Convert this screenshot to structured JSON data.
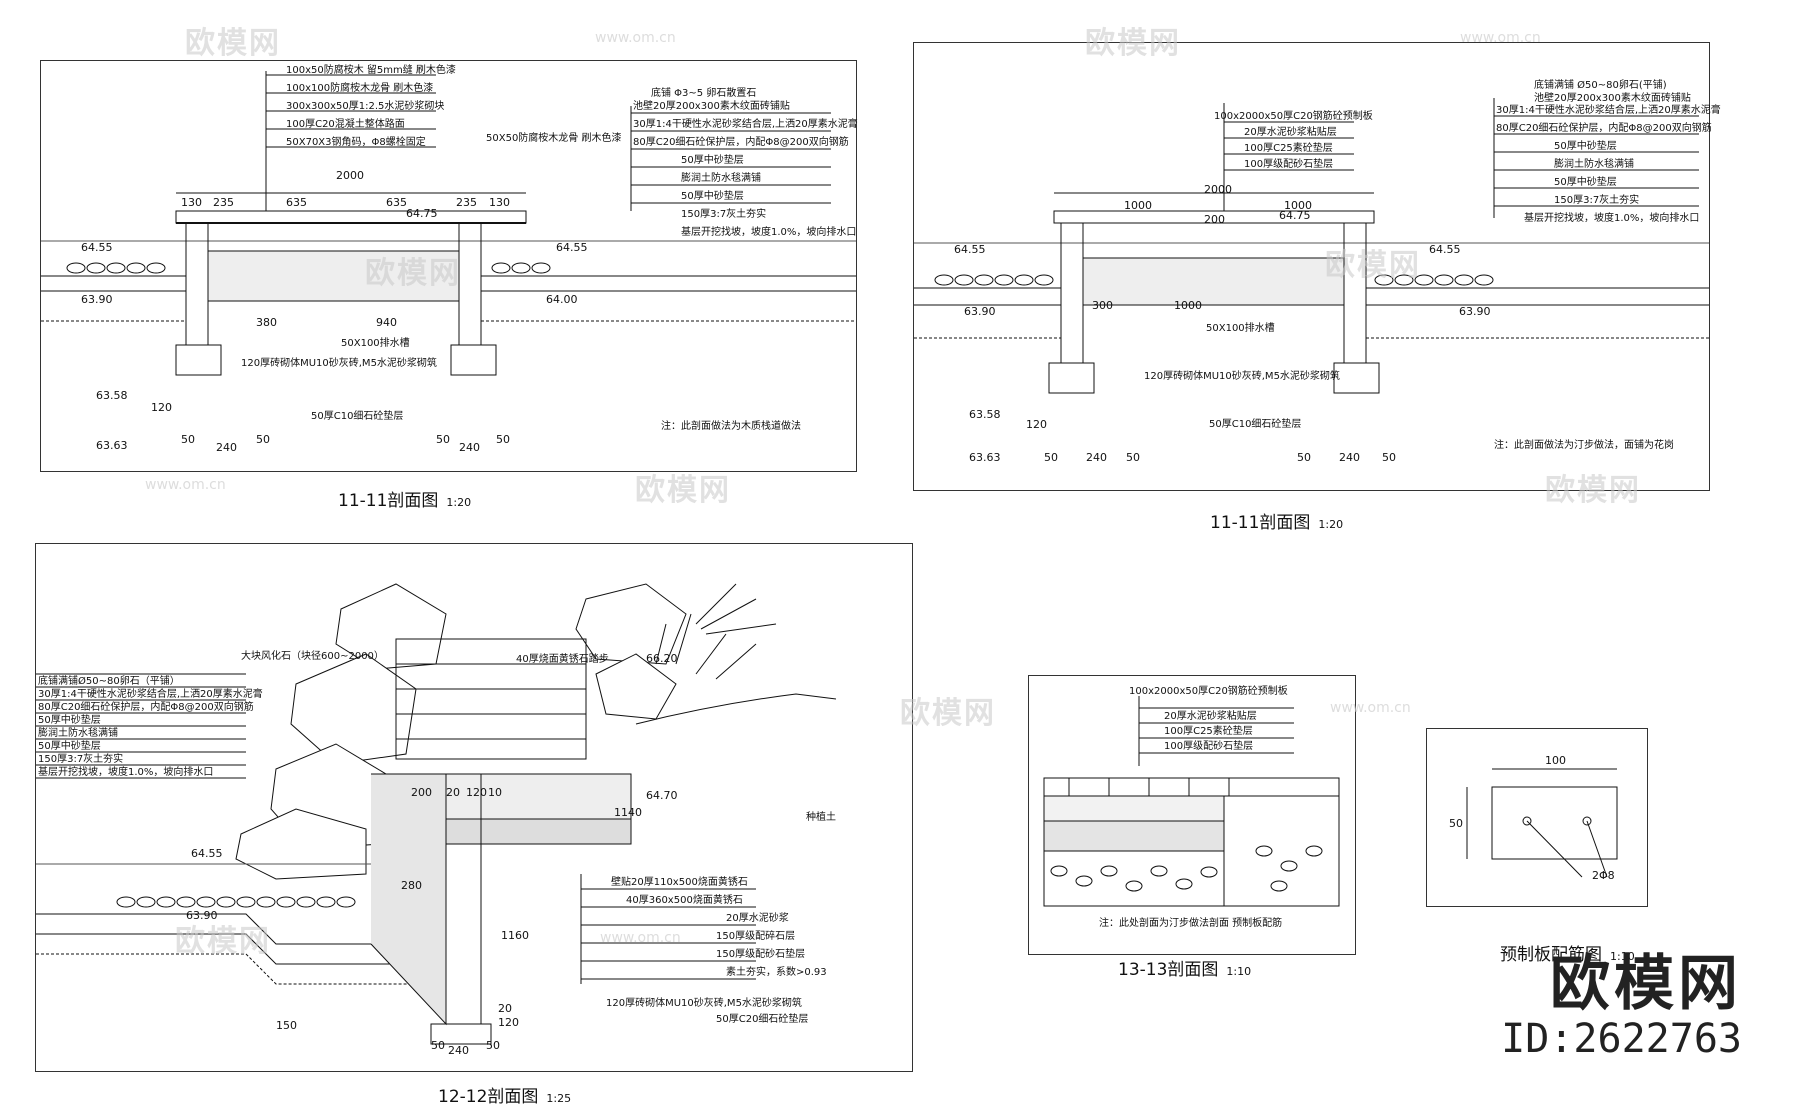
{
  "watermark": {
    "brand": "欧模网",
    "url": "www.om.cn",
    "id": "ID:2622763"
  },
  "drawings": {
    "a": {
      "title": "11-11剖面图",
      "scale": "1:20",
      "notes": [
        "100x50防腐桉木 留5mm缝 刷木色漆",
        "100x100防腐桉木龙骨 刷木色漆",
        "300x300x50厚1:2.5水泥砂浆砌块",
        "100厚C20混凝土整体路面",
        "50X70X3钢角码，Φ8螺栓固定"
      ],
      "side_note": "50X50防腐桉木龙骨 刷木色漆",
      "right_notes": [
        "底铺 Φ3~5 卵石散置石",
        "池壁20厚200x300素木纹面砖铺贴",
        "30厚1:4干硬性水泥砂浆结合层,上洒20厚素水泥膏",
        "80厚C20细石砼保护层，内配Φ8@200双向钢筋",
        "50厚中砂垫层",
        "膨润土防水毯满铺",
        "50厚中砂垫层",
        "150厚3:7灰土夯实",
        "基层开挖找坡，坡度1.0%，坡向排水口"
      ],
      "dims_top": [
        "130",
        "235",
        "635",
        "635",
        "235",
        "130"
      ],
      "dim_total": "2000",
      "levels": [
        "64.55",
        "64.75",
        "64.55",
        "63.90",
        "64.00",
        "63.58",
        "63.63"
      ],
      "dims_bottom": [
        "380",
        "940",
        "50",
        "240",
        "50",
        "50",
        "240",
        "50",
        "120"
      ],
      "labels": [
        "50X100排水槽",
        "120厚砖砌体MU10砂灰砖,M5水泥砂浆砌筑",
        "50厚C10细石砼垫层",
        "注：此剖面做法为木质栈道做法"
      ]
    },
    "b": {
      "title": "11-11剖面图",
      "scale": "1:20",
      "notes": [
        "100x2000x50厚C20钢筋砼预制板",
        "20厚水泥砂浆粘贴层",
        "100厚C25素砼垫层",
        "100厚级配砂石垫层"
      ],
      "right_notes": [
        "底铺满铺 Ø50~80卵石(平铺)",
        "池壁20厚200x300素木纹面砖铺贴",
        "30厚1:4干硬性水泥砂浆结合层,上洒20厚素水泥膏",
        "80厚C20细石砼保护层，内配Φ8@200双向钢筋",
        "50厚中砂垫层",
        "膨润土防水毯满铺",
        "50厚中砂垫层",
        "150厚3:7灰土夯实",
        "基层开挖找坡，坡度1.0%，坡向排水口"
      ],
      "dims_top": [
        "1000",
        "1000",
        "200"
      ],
      "dim_total": "2000",
      "levels": [
        "64.55",
        "64.75",
        "64.55",
        "63.90",
        "63.90",
        "63.58",
        "63.63"
      ],
      "dims_bottom": [
        "300",
        "1000",
        "50",
        "240",
        "50",
        "50",
        "240",
        "50",
        "120"
      ],
      "labels": [
        "50X100排水槽",
        "120厚砖砌体MU10砂灰砖,M5水泥砂浆砌筑",
        "50厚C10细石砼垫层",
        "注：此剖面做法为汀步做法，面铺为花岗"
      ]
    },
    "c": {
      "title": "12-12剖面图",
      "scale": "1:25",
      "notes": [
        "大块风化石（块径600~2000）",
        "40厚烧面黄锈石踏步",
        "底铺满铺Ø50~80卵石（平铺）",
        "30厚1:4干硬性水泥砂浆结合层,上洒20厚素水泥膏",
        "80厚C20细石砼保护层，内配Φ8@200双向钢筋",
        "50厚中砂垫层",
        "膨润土防水毯满铺",
        "50厚中砂垫层",
        "150厚3:7灰土夯实",
        "基层开挖找坡，坡度1.0%，坡向排水口"
      ],
      "levels": [
        "66.20",
        "64.70",
        "64.55",
        "63.90"
      ],
      "dims": [
        "200",
        "20",
        "120",
        "10",
        "1140",
        "1160",
        "280",
        "150",
        "50",
        "240",
        "50",
        "20",
        "120"
      ],
      "right_notes": [
        "壁贴20厚110x500烧面黄锈石",
        "40厚360x500烧面黄锈石",
        "20厚水泥砂浆",
        "150厚级配碎石层",
        "150厚级配砂石垫层",
        "素土夯实，系数>0.93",
        "120厚砖砌体MU10砂灰砖,M5水泥砂浆砌筑",
        "50厚C20细石砼垫层"
      ],
      "soil_label": "种植土"
    },
    "d": {
      "title": "13-13剖面图",
      "scale": "1:10",
      "notes": [
        "100x2000x50厚C20钢筋砼预制板",
        "20厚水泥砂浆粘贴层",
        "100厚C25素砼垫层",
        "100厚级配砂石垫层"
      ],
      "foot_note": "注：此处剖面为汀步做法剖面  预制板配筋"
    },
    "e": {
      "title": "预制板配筋图",
      "scale": "1:10",
      "dim_w": "100",
      "dim_h": "50",
      "rebar": "2Φ8"
    }
  }
}
